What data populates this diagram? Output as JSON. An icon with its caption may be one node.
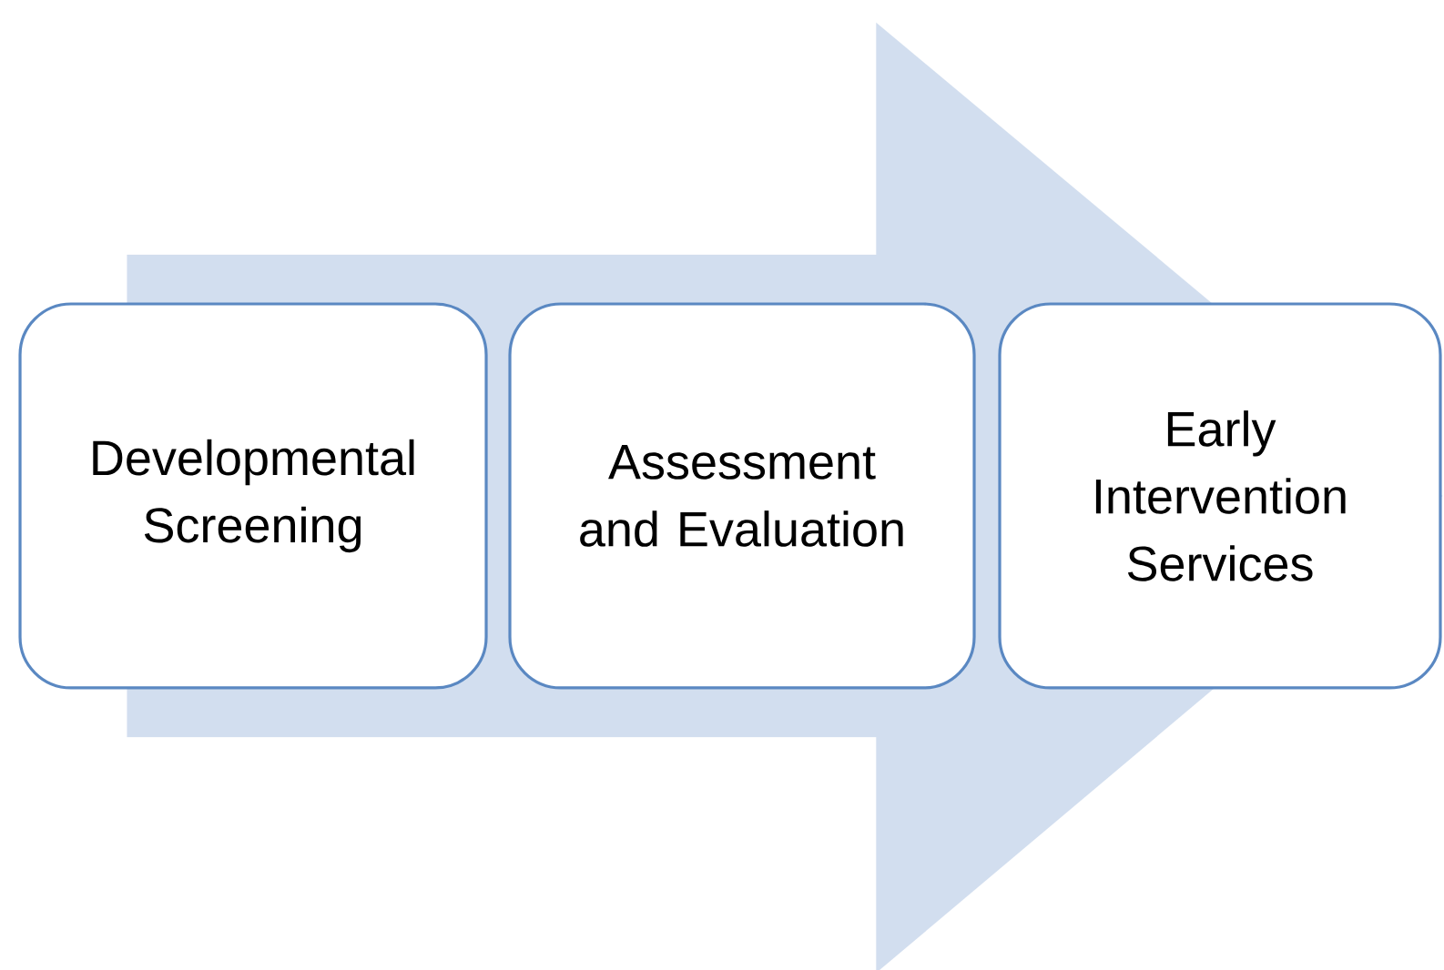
{
  "diagram": {
    "nodes": [
      {
        "text": [
          "Developmental Screening"
        ]
      },
      {
        "text": [
          "Assessment and Evaluation"
        ]
      },
      {
        "text": [
          "Early Intervention Services"
        ]
      }
    ],
    "edges": [
      {
        "from": 0,
        "to": 2,
        "arrow": "to"
      }
    ]
  }
}
